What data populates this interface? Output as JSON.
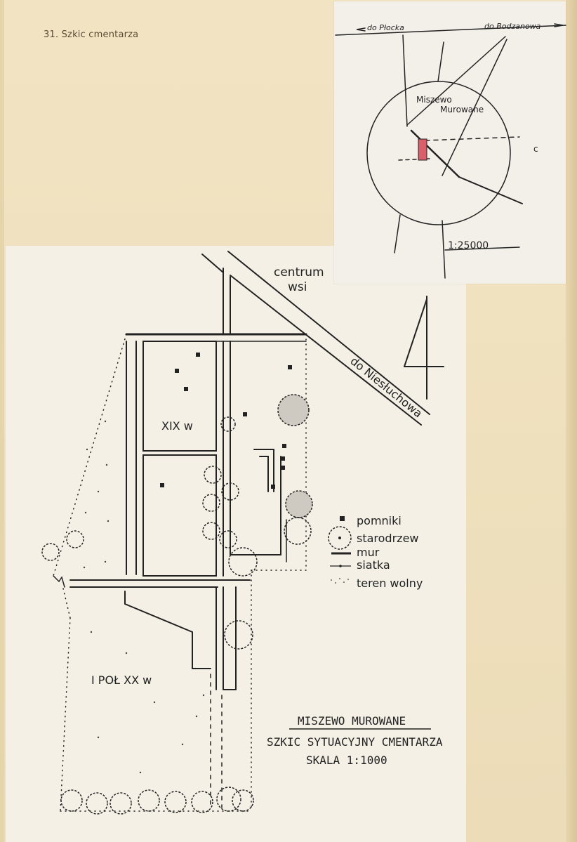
{
  "caption": "31. Szkic cmentarza",
  "inset": {
    "road_left": "do Płocka",
    "road_right": "do Bodzanowa",
    "village_1": "Miszewo",
    "village_2": "Murowane",
    "scale": "1:25000",
    "highlight_color": "#d9606a"
  },
  "main": {
    "centrum_1": "centrum",
    "centrum_2": "wsi",
    "road": "do Niesłuchowa",
    "section_19c": "XIX w",
    "section_20c": "I POŁ XX w"
  },
  "legend": {
    "items": [
      {
        "icon": "monument-square-icon",
        "label": "pomniki"
      },
      {
        "icon": "old-tree-icon",
        "label": "starodrzew"
      },
      {
        "icon": "wall-line-icon",
        "label": "mur"
      },
      {
        "icon": "fence-line-icon",
        "label": "siatka"
      },
      {
        "icon": "free-area-dots-icon",
        "label": "teren wolny"
      }
    ]
  },
  "title_block": {
    "place": "MISZEWO MUROWANE",
    "subtitle": "SZKIC SYTUACYJNY CMENTARZA",
    "scale": "SKALA  1:1000"
  }
}
